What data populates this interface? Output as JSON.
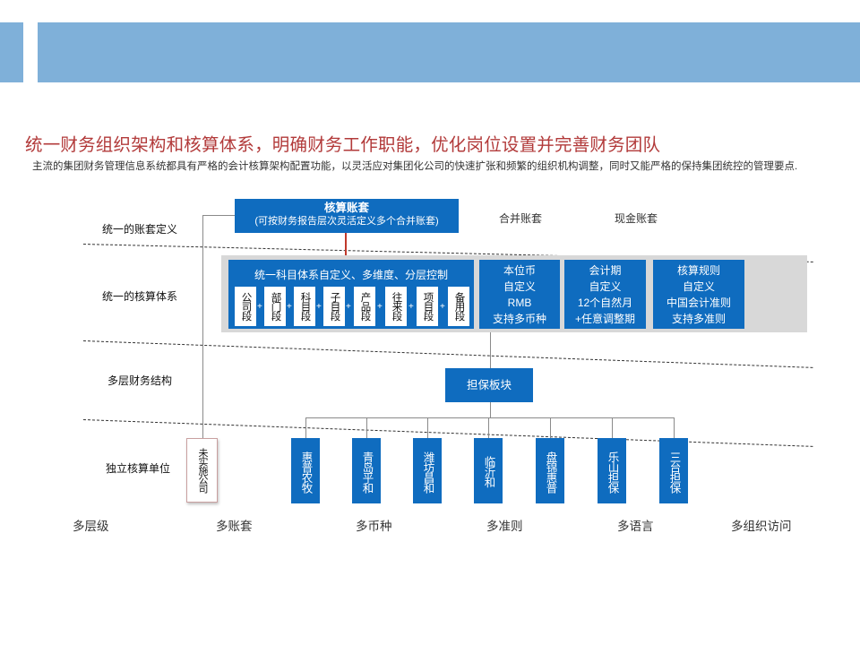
{
  "title": "统一财务组织架构和核算体系，明确财务工作职能，优化岗位设置并完善财务团队",
  "description": "主流的集团财务管理信息系统都具有严格的会计核算架构配置功能，以灵活应对集团化公司的快速扩张和频繁的组织机构调整，同时又能严格的保持集团统控的管理要点.",
  "row_labels": [
    "统一的账套定义",
    "统一的核算体系",
    "多层财务结构",
    "独立核算单位"
  ],
  "ledger": {
    "title": "核算账套",
    "subtitle": "(可按财务报告层次灵活定义多个合并账套)"
  },
  "other_ledgers": [
    "合并账套",
    "现金账套"
  ],
  "accounts": {
    "title": "统一科目体系自定义、多维度、分层控制",
    "segments": [
      "公司段",
      "部门段",
      "科目段",
      "子目段",
      "产品段",
      "往来段",
      "项目段",
      "备用段"
    ],
    "plus": "+"
  },
  "attributes": [
    {
      "lines": [
        "本位币",
        "自定义",
        "RMB",
        "支持多币种"
      ]
    },
    {
      "lines": [
        "会计期",
        "自定义",
        "12个自然月",
        "+任意调整期"
      ]
    },
    {
      "lines": [
        "核算规则",
        "自定义",
        "中国会计准则",
        "支持多准则"
      ]
    }
  ],
  "segment_block": "担保板块",
  "unimplemented_company": "未实施公司",
  "units": [
    "惠普农牧",
    "青岛平和",
    "潍坊昌和",
    "临沂和",
    "盘锦惠普",
    "乐山担保",
    "三台担保"
  ],
  "bottom_labels": [
    "多层级",
    "多账套",
    "多币种",
    "多准则",
    "多语言",
    "多组织访问"
  ],
  "colors": {
    "header": "#7fb0d9",
    "box_blue": "#0f6cbf",
    "title_red": "#b23a3a",
    "panel_grey": "#d8d8d8"
  }
}
